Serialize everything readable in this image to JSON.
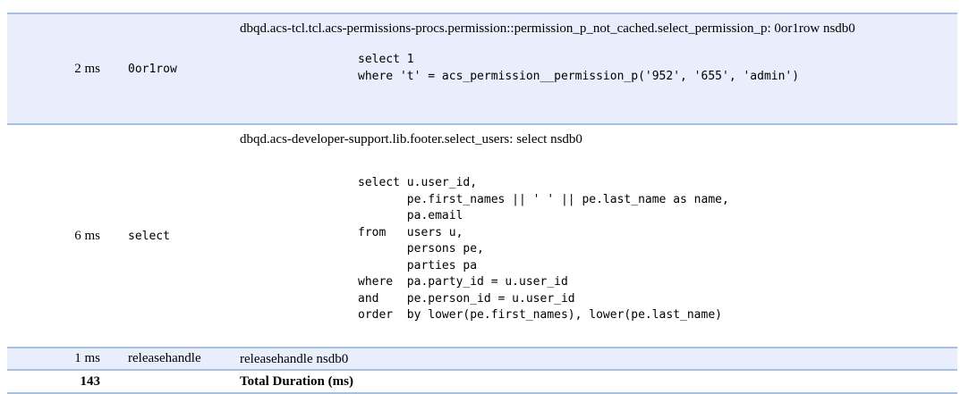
{
  "colors": {
    "row_shaded_bg": "#e8eefb",
    "row_border": "#a8c0e0",
    "page_bg": "#ffffff",
    "text": "#000000"
  },
  "table": {
    "rows": [
      {
        "duration": "2 ms",
        "type": "0or1row",
        "type_is_mono": true,
        "heading": "dbqd.acs-tcl.tcl.acs-permissions-procs.permission::permission_p_not_cached.select_permission_p: 0or1row nsdb0",
        "sql": "select 1\nwhere 't' = acs_permission__permission_p('952', '655', 'admin')",
        "shaded": true
      },
      {
        "duration": "6 ms",
        "type": "select",
        "type_is_mono": true,
        "heading": "dbqd.acs-developer-support.lib.footer.select_users: select nsdb0",
        "sql": "select u.user_id,\n       pe.first_names || ' ' || pe.last_name as name,\n       pa.email\nfrom   users u,\n       persons pe,\n       parties pa\nwhere  pa.party_id = u.user_id\nand    pe.person_id = u.user_id\norder  by lower(pe.first_names), lower(pe.last_name)",
        "shaded": false
      },
      {
        "duration": "1 ms",
        "type": "releasehandle",
        "type_is_mono": false,
        "heading": "releasehandle nsdb0",
        "sql": "",
        "shaded": true
      }
    ],
    "total": {
      "value": "143",
      "label": "Total Duration (ms)"
    }
  }
}
